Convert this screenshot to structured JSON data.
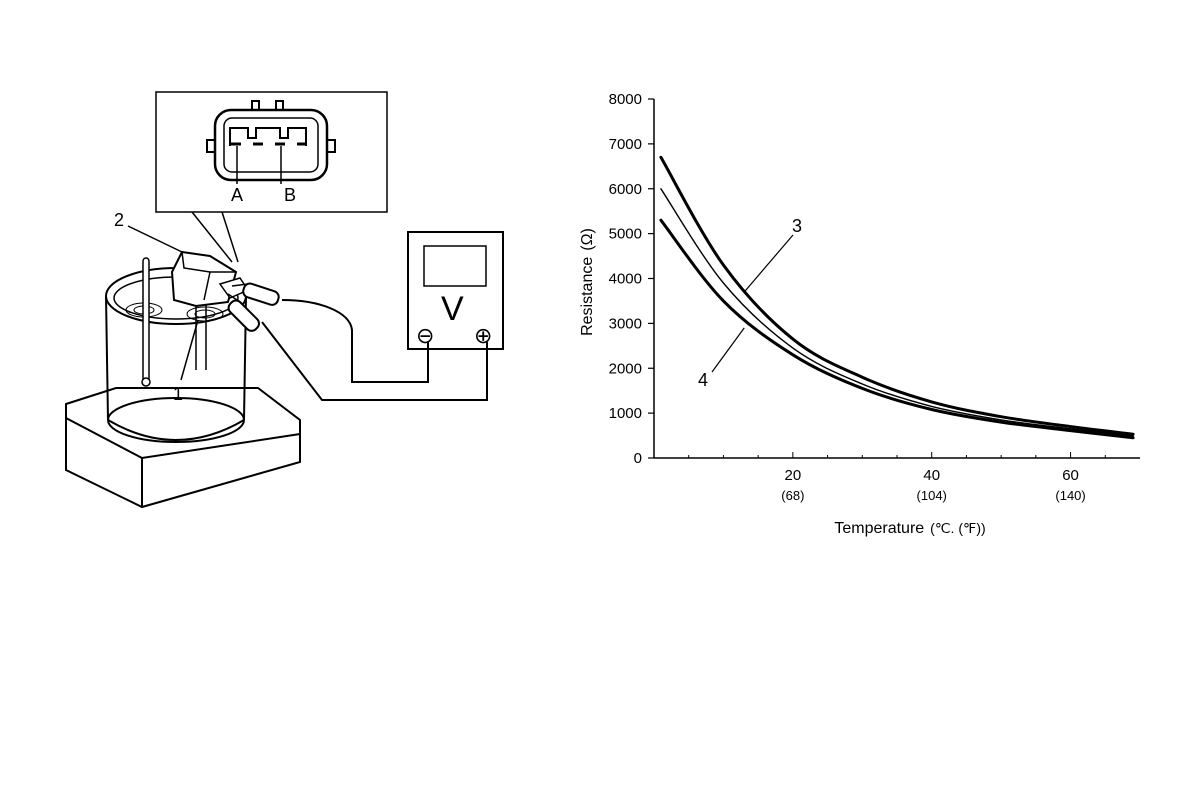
{
  "illustration": {
    "connector_labels": {
      "terminal_a": "A",
      "terminal_b": "B"
    },
    "callouts": {
      "sensor": "1",
      "connector": "2"
    },
    "voltmeter": {
      "symbol": "V",
      "negative": "⊖",
      "positive": "⊕"
    }
  },
  "chart_data": {
    "type": "line",
    "xlabel": "Temperature",
    "xlabel_units": "(℃. (℉))",
    "ylabel": "Resistance",
    "ylabel_units": "(Ω)",
    "xlim": [
      0,
      70
    ],
    "ylim": [
      0,
      8000
    ],
    "x_ticks": [
      {
        "value": 20,
        "label": "20",
        "sub": "(68)"
      },
      {
        "value": 40,
        "label": "40",
        "sub": "(104)"
      },
      {
        "value": 60,
        "label": "60",
        "sub": "(140)"
      }
    ],
    "y_ticks": [
      "0",
      "1000",
      "2000",
      "3000",
      "4000",
      "5000",
      "6000",
      "7000",
      "8000"
    ],
    "grid": false,
    "series": [
      {
        "name": "3",
        "style": "thick",
        "x": [
          1,
          10,
          20,
          30,
          40,
          50,
          60,
          69
        ],
        "y": [
          6700,
          4300,
          2650,
          1800,
          1250,
          920,
          700,
          530
        ]
      },
      {
        "name": "",
        "style": "thin",
        "x": [
          1,
          10,
          20,
          30,
          40,
          50,
          60,
          69
        ],
        "y": [
          6000,
          3900,
          2450,
          1650,
          1150,
          850,
          650,
          490
        ]
      },
      {
        "name": "4",
        "style": "thick",
        "x": [
          1,
          10,
          20,
          30,
          40,
          50,
          60,
          69
        ],
        "y": [
          5300,
          3500,
          2300,
          1550,
          1080,
          800,
          610,
          450
        ]
      }
    ]
  }
}
